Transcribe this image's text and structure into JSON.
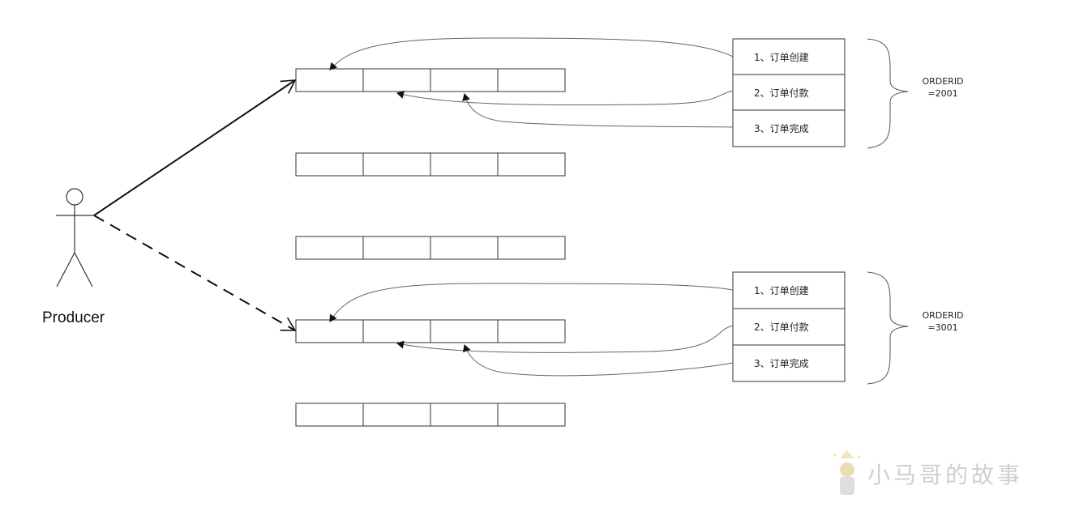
{
  "producer": {
    "label": "Producer"
  },
  "groups": [
    {
      "orderid_line1": "ORDERID",
      "orderid_line2": "=2001",
      "steps": [
        "1、订单创建",
        "2、订单付款",
        "3、订单完成"
      ]
    },
    {
      "orderid_line1": "ORDERID",
      "orderid_line2": "=3001",
      "steps": [
        "1、订单创建",
        "2、订单付款",
        "3、订单完成"
      ]
    }
  ],
  "watermark": {
    "text": "小马哥的故事"
  }
}
